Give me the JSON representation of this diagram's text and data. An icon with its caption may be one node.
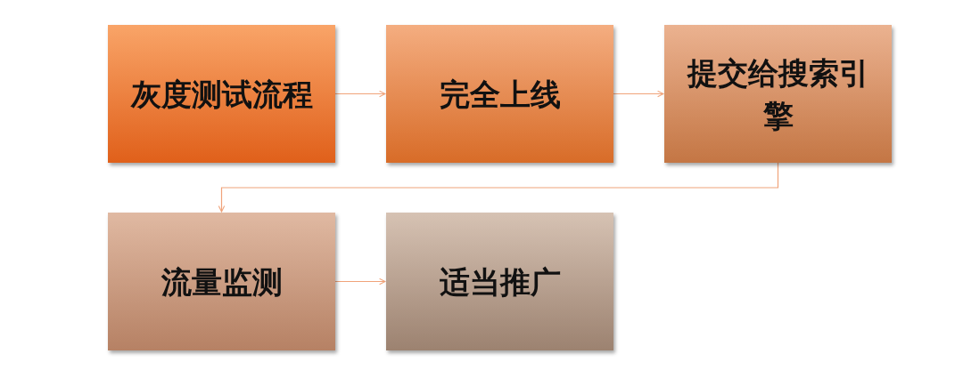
{
  "diagram": {
    "nodes": [
      {
        "text": [
          "灰度测试流程"
        ]
      },
      {
        "text": [
          "完全上线"
        ]
      },
      {
        "text": [
          "提交给搜索引擎"
        ]
      },
      {
        "text": [
          "流量监测"
        ]
      },
      {
        "text": [
          "适当推广"
        ]
      }
    ],
    "edges": [
      {
        "from": 0,
        "to": 1,
        "arrow": "to"
      },
      {
        "from": 1,
        "to": 2,
        "arrow": "to"
      },
      {
        "from": 2,
        "to": 3,
        "arrow": "to"
      },
      {
        "from": 3,
        "to": 4,
        "arrow": "to"
      }
    ]
  }
}
